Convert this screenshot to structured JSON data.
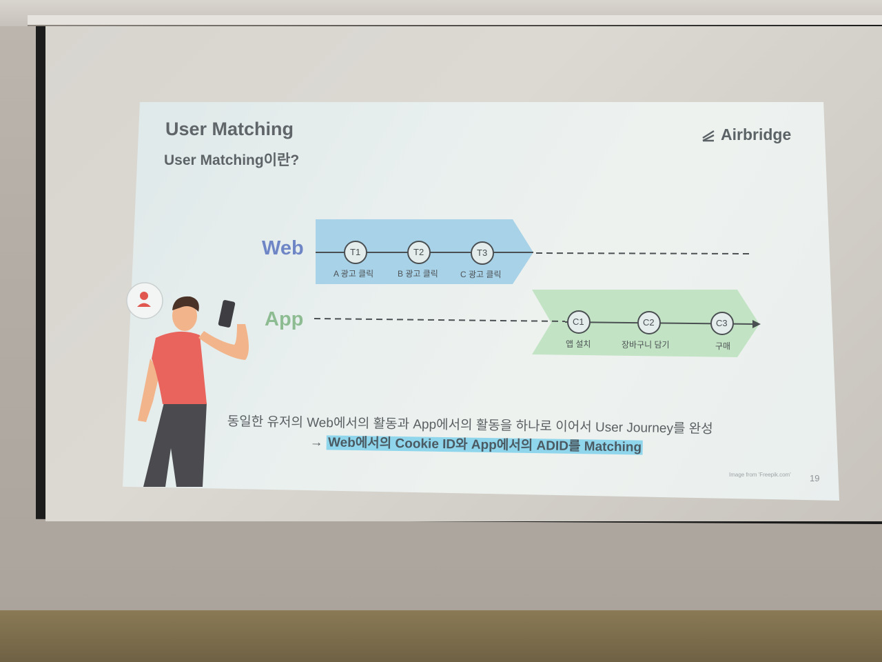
{
  "slide": {
    "title": "User Matching",
    "subtitle": "User Matching이란?",
    "logo_text": "Airbridge",
    "page_number": "19",
    "credit": "Image from 'Freepik.com'"
  },
  "web": {
    "label": "Web",
    "nodes": [
      {
        "id": "T1",
        "caption": "A 광고 클릭"
      },
      {
        "id": "T2",
        "caption": "B 광고 클릭"
      },
      {
        "id": "T3",
        "caption": "C 광고 클릭"
      }
    ]
  },
  "app": {
    "label": "App",
    "nodes": [
      {
        "id": "C1",
        "caption": "앱 설치"
      },
      {
        "id": "C2",
        "caption": "장바구니 담기"
      },
      {
        "id": "C3",
        "caption": "구매"
      }
    ]
  },
  "description": {
    "line1": "동일한 유저의 Web에서의 활동과 App에서의 활동을 하나로 이어서 User Journey를 완성",
    "arrow": "→",
    "line2_highlight": "Web에서의 Cookie ID와 App에서의 ADID를 Matching"
  },
  "colors": {
    "web_band": "#a8d2e8",
    "app_band": "#c2e4c4",
    "web_label": "#6f86c6",
    "app_label": "#8ebc92",
    "highlight": "#8fd6ec",
    "shirt": "#e8645c"
  }
}
